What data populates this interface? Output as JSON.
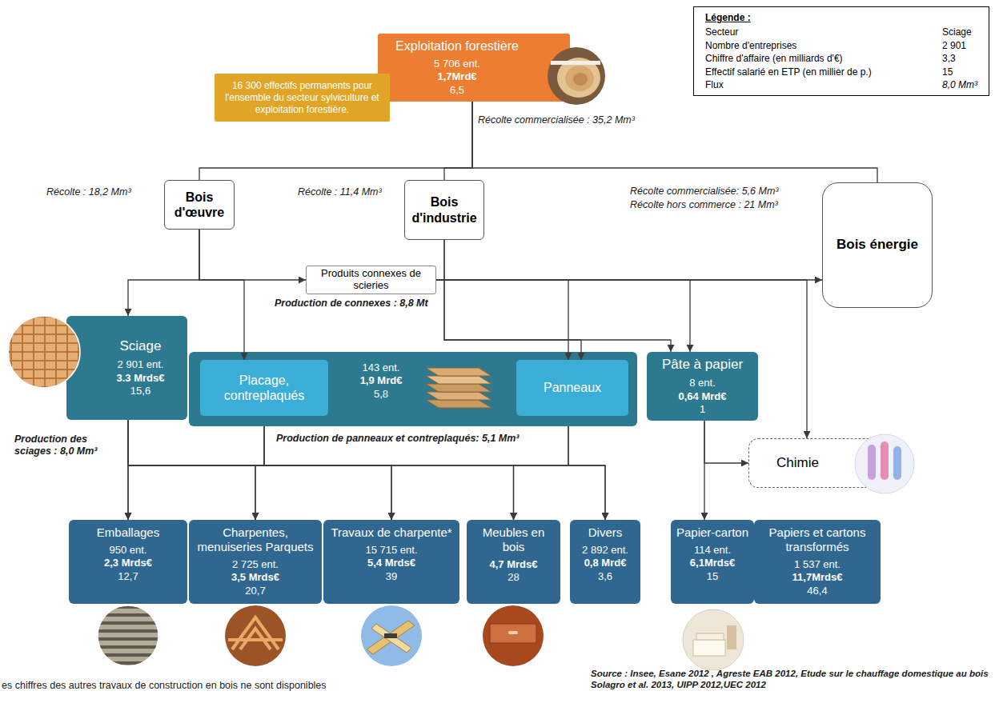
{
  "diagram": {
    "nodes": [
      {
        "text": [
          "Exploitation forestière",
          "5 706 ent.",
          "1,7Mrd€",
          "6,5"
        ]
      },
      {
        "text": [
          "16 300 effectifs permanents pour l'ensemble du secteur sylviculture et exploitation forestière."
        ]
      },
      {
        "text": [
          "Légende :",
          "Secteur",
          "Sciage",
          "Nombre d'entreprises",
          "2 901",
          "Chiffre d'affaire (en milliards d'€)",
          "3,3",
          "Effectif salarié en ETP (en millier de p.)",
          "15",
          "Flux",
          "8,0 Mm³"
        ]
      },
      {
        "text": [
          "Bois d'œuvre"
        ]
      },
      {
        "text": [
          "Bois d'industrie"
        ]
      },
      {
        "text": [
          "Bois énergie"
        ]
      },
      {
        "text": [
          "Produits connexes de scieries"
        ]
      },
      {
        "text": [
          "Sciage",
          "2 901 ent.",
          "3.3 Mrds€",
          "15,6"
        ]
      },
      {
        "text": [
          "143 ent.",
          "1,9 Mrd€",
          "5,8"
        ]
      },
      {
        "text": [
          "Placage, contreplaqués"
        ],
        "in": 8
      },
      {
        "text": [
          "Panneaux"
        ],
        "in": 8
      },
      {
        "text": [
          "Pâte à papier",
          "8 ent.",
          "0,64 Mrd€",
          "1"
        ]
      },
      {
        "text": [
          "Chimie"
        ]
      },
      {
        "text": [
          "Emballages",
          "950 ent.",
          "2,3 Mrds€",
          "12,7"
        ]
      },
      {
        "text": [
          "Charpentes, menuiseries Parquets",
          "2 725 ent.",
          "3,5 Mrds€",
          "20,7"
        ]
      },
      {
        "text": [
          "Travaux de charpente*",
          "15 715 ent.",
          "5,4 Mrds€",
          "39"
        ]
      },
      {
        "text": [
          "Meubles en bois",
          "4,7 Mrds€",
          "28"
        ]
      },
      {
        "text": [
          "Divers",
          "2 892 ent.",
          "0,8 Mrd€",
          "3,6"
        ]
      },
      {
        "text": [
          "Papier-carton",
          "114 ent.",
          "6,1Mrds€",
          "15"
        ]
      },
      {
        "text": [
          "Papiers et cartons transformés",
          "1 537 ent.",
          "11,7Mrds€",
          "46,4"
        ]
      }
    ],
    "edges": [
      {
        "from": 0,
        "to": 3,
        "arrow": "none"
      },
      {
        "from": 0,
        "to": 4,
        "arrow": "none"
      },
      {
        "from": 0,
        "to": 5,
        "arrow": "none"
      },
      {
        "from": 3,
        "to": 7,
        "arrow": "to"
      },
      {
        "from": 3,
        "to": 9,
        "arrow": "to"
      },
      {
        "from": 3,
        "to": 6,
        "arrow": "to"
      },
      {
        "from": 6,
        "to": 5,
        "arrow": "to"
      },
      {
        "from": 6,
        "to": 10,
        "arrow": "to"
      },
      {
        "from": 6,
        "to": 11,
        "arrow": "to"
      },
      {
        "from": 6,
        "to": 12,
        "arrow": "to"
      },
      {
        "from": 4,
        "to": 10,
        "arrow": "to"
      },
      {
        "from": 4,
        "to": 11,
        "arrow": "to"
      },
      {
        "from": 11,
        "to": 18,
        "arrow": "to"
      },
      {
        "from": 11,
        "to": 12,
        "arrow": "to"
      },
      {
        "from": 7,
        "to": 13,
        "arrow": "to"
      },
      {
        "from": 7,
        "to": 14,
        "arrow": "to"
      },
      {
        "from": 7,
        "to": 15,
        "arrow": "to"
      },
      {
        "from": 7,
        "to": 16,
        "arrow": "to"
      },
      {
        "from": 7,
        "to": 17,
        "arrow": "to"
      },
      {
        "from": 8,
        "to": 13,
        "arrow": "to"
      },
      {
        "from": 8,
        "to": 14,
        "arrow": "to"
      },
      {
        "from": 8,
        "to": 15,
        "arrow": "to"
      },
      {
        "from": 8,
        "to": 16,
        "arrow": "to"
      },
      {
        "from": 8,
        "to": 17,
        "arrow": "to"
      }
    ],
    "labels": [
      "Récolte commercialisée : 35,2 Mm³",
      "Récolte : 18,2 Mm³",
      "Récolte : 11,4 Mm³",
      "Récolte commercialisée: 5,6 Mm³",
      "Récolte hors commerce : 21 Mm³",
      "Production de connexes : 8,8 Mt",
      "Production des sciages : 8,0 Mm³",
      "Production de panneaux et contreplaqués: 5,1 Mm³",
      "es chiffres des autres travaux de construction en bois ne sont disponibles",
      "Source : Insee, Esane 2012 , Agreste EAB 2012, Etude sur le chauffage domestique au bois Solagro et al. 2013, UIPP 2012,UEC 2012"
    ]
  }
}
